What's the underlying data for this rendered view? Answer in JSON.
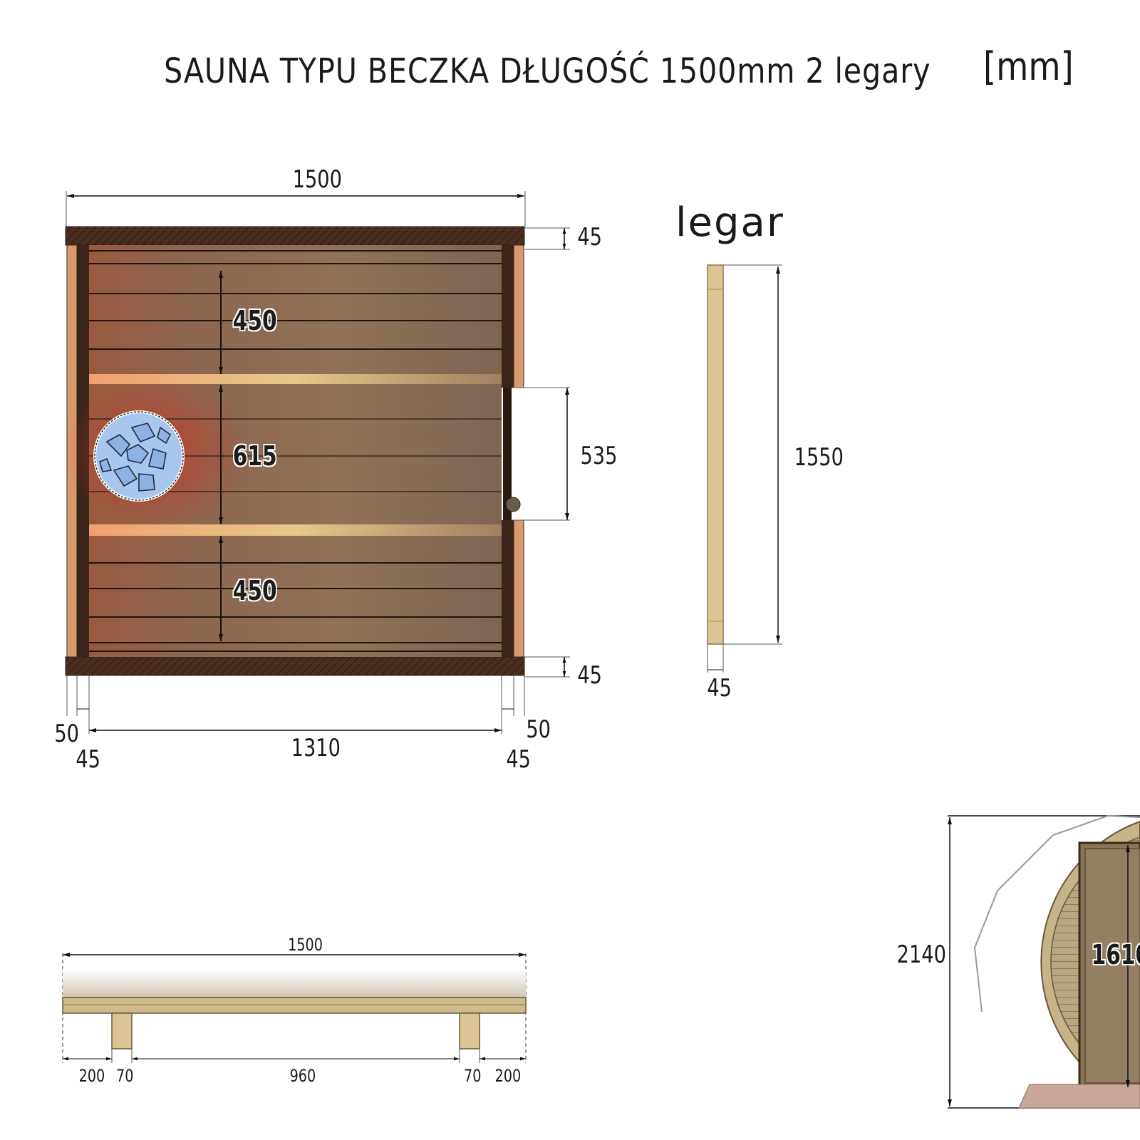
{
  "title": "SAUNA TYPU BECZKA DŁUGOŚĆ 1500mm  2 legary",
  "unit": "[mm]",
  "plan_view": {
    "overall_width": "1500",
    "top_wall": "45",
    "bottom_wall": "45",
    "bench_top": "450",
    "floor_middle": "615",
    "bench_bottom": "450",
    "door_opening": "535",
    "left_outer": "50",
    "left_inner": "45",
    "inner_width": "1310",
    "right_outer": "50",
    "right_inner": "45"
  },
  "legar": {
    "label": "legar",
    "length": "1550",
    "width": "45"
  },
  "side_view": {
    "overall": "1500",
    "left_overhang": "200",
    "left_beam": "70",
    "between": "960",
    "right_beam": "70",
    "right_overhang": "200"
  },
  "front_view": {
    "height": "2140",
    "door_height": "1610"
  },
  "colors": {
    "wall_dark": "#4a2e22",
    "floor_wood": "#8c6e55",
    "legar_wood": "#dcc595",
    "heater_stones": "#a9c6ee"
  },
  "icons": {
    "heater": "stone-heater-icon",
    "door_handle": "door-handle-icon"
  }
}
